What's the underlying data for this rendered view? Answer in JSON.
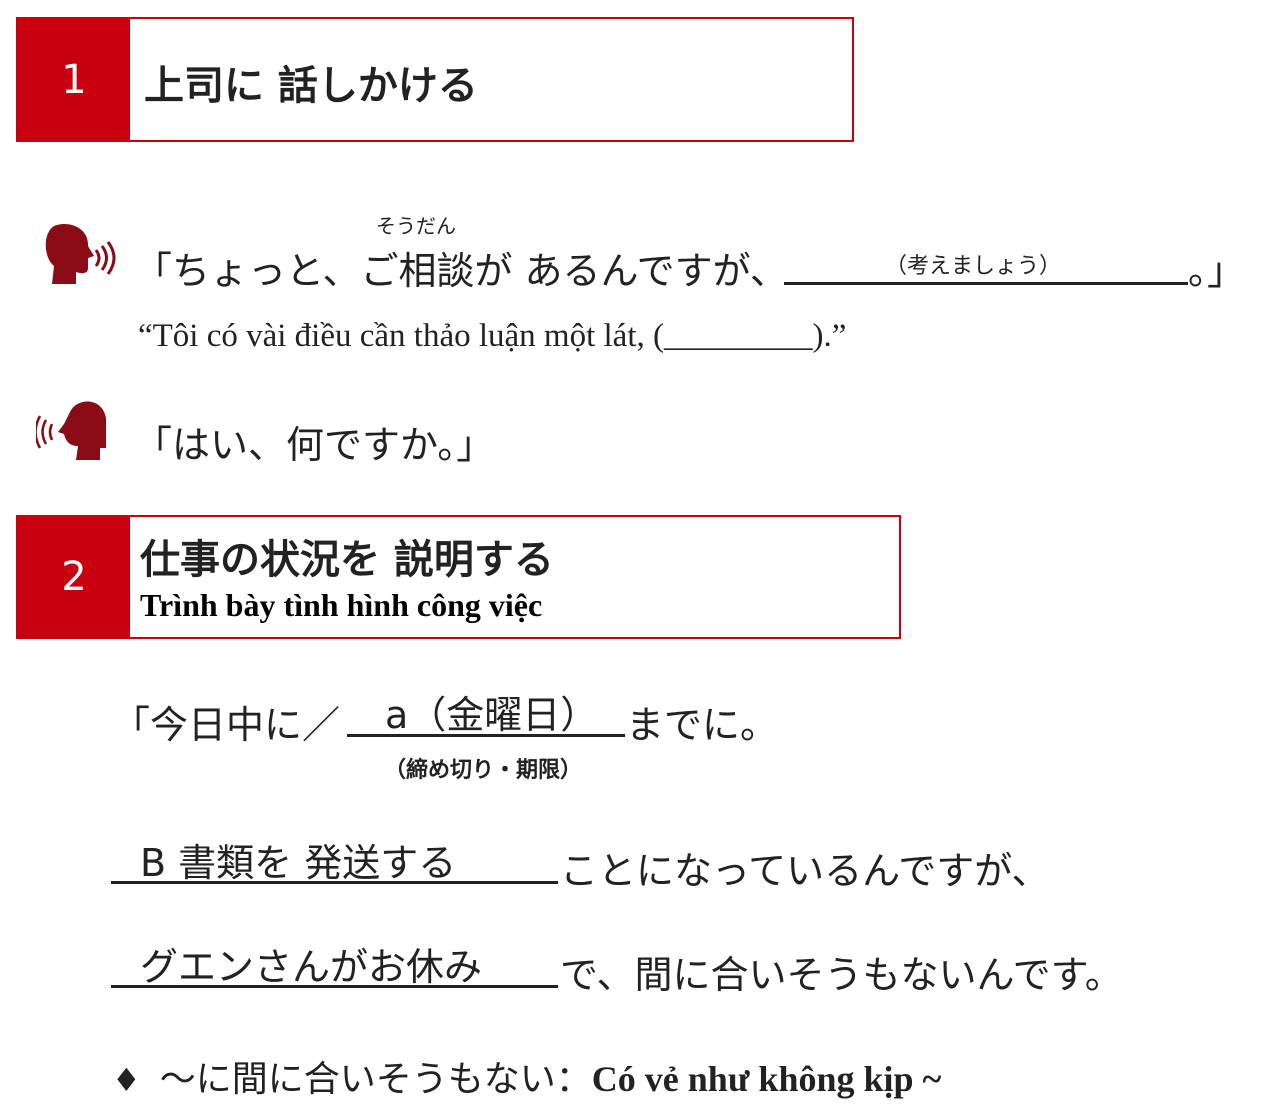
{
  "section1": {
    "number": "1",
    "title": "上司に 話しかける"
  },
  "dialogue": {
    "line1_prefix": "「ちょっと、ご相談が あるんですが、",
    "ruby": "そうだん",
    "blank_hint": "（考えましょう）",
    "line1_suffix": "。」",
    "line1_translation": "“Tôi có vài điều cần thảo luận một lát, (_________).”",
    "line2": "「はい、何ですか。」"
  },
  "section2": {
    "number": "2",
    "title": "仕事の状況を 説明する",
    "subtitle": "Trình bày tình hình công việc"
  },
  "pattern": {
    "line1_prefix": "「今日中に／",
    "line1_fill": "a（金曜日）",
    "line1_suffix": "までに。",
    "line1_hint": "（締め切り・期限）",
    "line2_fill": "B 書類を 発送する",
    "line2_suffix": "ことになっているんですが、",
    "line3_fill": "グエンさんがお休み",
    "line3_suffix": "で、間に合いそうもないんです。"
  },
  "note": {
    "bullet": "♦",
    "jp": "～に間に合いそうもない：",
    "vi": "Có vẻ như không kịp ~"
  },
  "colors": {
    "accent": "#c8000f",
    "icon": "#8a0a16"
  }
}
